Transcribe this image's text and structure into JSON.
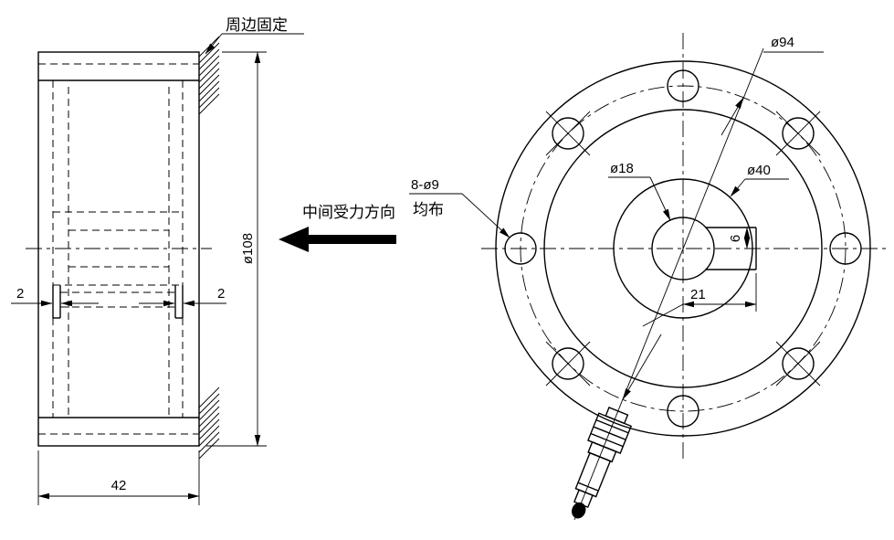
{
  "side_view": {
    "fixed_label": "周边固定",
    "dia_dim": "ø108",
    "width_dim": "42",
    "notch_left_dim": "2",
    "notch_right_dim": "2"
  },
  "direction": {
    "label": "中间受力方向"
  },
  "front_view": {
    "bolt_circle_dia": "ø94",
    "center_hole_dia": "ø18",
    "hub_dia": "ø40",
    "holes_label": "8-ø9",
    "holes_note": "均布",
    "slot_width_dim": "21",
    "slot_height_dim": "6"
  },
  "colors": {
    "line": "#000000",
    "background": "#ffffff"
  }
}
